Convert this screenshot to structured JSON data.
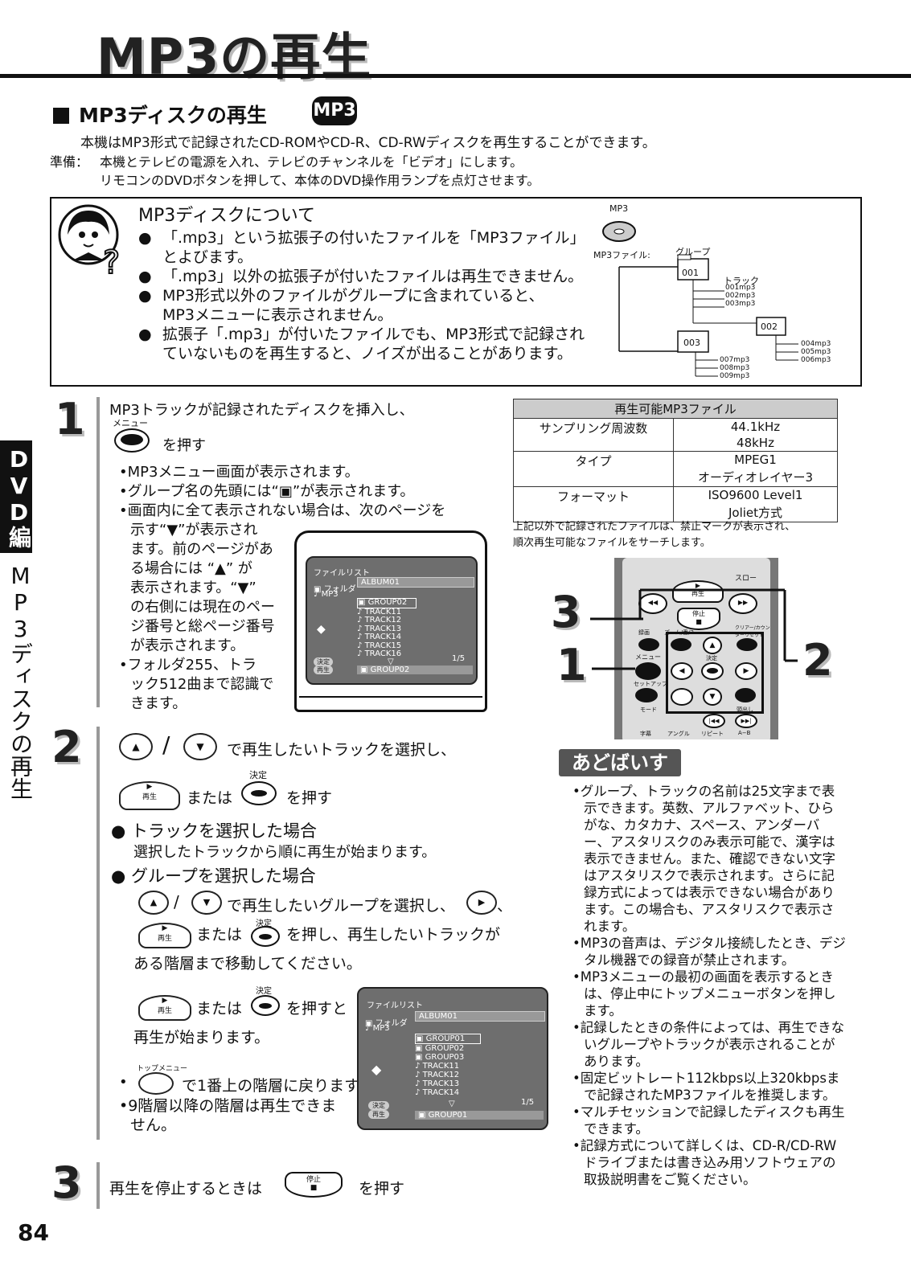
{
  "title": "MP3の再生",
  "section": {
    "heading": "MP3ディスクの再生",
    "badge": "MP3"
  },
  "intro": {
    "line1": "本機はMP3形式で記録されたCD-ROMやCD-R、CD-RWディスクを再生することができます。",
    "prep_label": "準備：",
    "prep1": "本機とテレビの電源を入れ、テレビのチャンネルを「ビデオ」にします。",
    "prep2": "リモコンのDVDボタンを押して、本体のDVD操作用ランプを点灯させます。"
  },
  "about": {
    "title": "MP3ディスクについて",
    "bullets": [
      "「.mp3」という拡張子の付いたファイルを「MP3ファイル」",
      "とよびます。",
      "「.mp3」以外の拡張子が付いたファイルは再生できません。",
      "MP3形式以外のファイルがグループに含まれていると、",
      "MP3メニューに表示されません。",
      "拡張子「.mp3」が付いたファイルでも、MP3形式で記録され",
      "ていないものを再生すると、ノイズが出ることがあります。"
    ],
    "bullet_char": "●"
  },
  "tree": {
    "disc_label": "MP3",
    "files_label": "MP3ファイル:",
    "group_label": "グループ",
    "track_label": "トラック",
    "g1": "001",
    "g2": "002",
    "g3": "003",
    "t1": "001mp3",
    "t2": "002mp3",
    "t3": "003mp3",
    "t4": "004mp3",
    "t5": "005mp3",
    "t6": "006mp3",
    "t7": "007mp3",
    "t8": "008mp3",
    "t9": "009mp3"
  },
  "sidetab": {
    "top": "DVD編",
    "bottom": "MP3ディスクの再生"
  },
  "step1": {
    "num": "1",
    "line1": "MP3トラックが記録されたディスクを挿入し、",
    "menu_label": "メニュー",
    "press": "を押す",
    "b1": "•MP3メニュー画面が表示されます。",
    "b2": "•グループ名の先頭には“▣”が表示されます。",
    "b3": "•画面内に全て表示されない場合は、次のページを",
    "b3a": "示す“▼”が表示され",
    "b3b": "ます。前のページがあ",
    "b3c": "る場合には “▲” が",
    "b3d": "表示されます。“▼”",
    "b3e": "の右側には現在のペー",
    "b3f": "ジ番号と総ページ番号",
    "b3g": "が表示されます。",
    "b4a": "•フォルダ255、トラ",
    "b4b": "ック512曲まで認識で",
    "b4c": "きます。"
  },
  "screen1": {
    "header": "ファイルリスト",
    "folder": "フォルダ",
    "mp3": "MP3",
    "album": "ALBUM01",
    "items": [
      "GROUP02",
      "TRACK11",
      "TRACK12",
      "TRACK13",
      "TRACK14",
      "TRACK15",
      "TRACK16"
    ],
    "page": "1/5",
    "footer": "GROUP02",
    "btn1": "決定",
    "btn2": "再生"
  },
  "spec": {
    "header": "再生可能MP3ファイル",
    "rows": [
      {
        "k": "サンプリング周波数",
        "v1": "44.1kHz",
        "v2": "48kHz"
      },
      {
        "k": "タイプ",
        "v1": "MPEG1",
        "v2": "オーディオレイヤー3"
      },
      {
        "k": "フォーマット",
        "v1": "ISO9600 Level1",
        "v2": "Joliet方式"
      }
    ],
    "note1": "上記以外で記録されたファイルは、禁止マークが表示され、",
    "note2": "順次再生可能なファイルをサーチします。"
  },
  "remote": {
    "slow": "スロー",
    "play": "再生",
    "stop": "停止",
    "rec": "録画",
    "zoom": "ズーム/番/3",
    "clear": "クリアー/カウンターリセット",
    "menu": "メニュー",
    "enter": "決定",
    "setup": "セットアップ",
    "mode": "モード",
    "cue": "頭出し",
    "subtitle": "字幕",
    "angle": "アングル",
    "repeat": "リピート",
    "ab": "A−B",
    "callout1": "1",
    "callout2": "2",
    "callout3": "3"
  },
  "step2": {
    "num": "2",
    "line1": "で再生したいトラックを選択し、",
    "or": "または",
    "enter_label": "決定",
    "press": "を押す",
    "play_label": "再生",
    "case1_title": "トラックを選択した場合",
    "case1_text": "選択したトラックから順に再生が始まります。",
    "case2_title": "グループを選択した場合",
    "case2_l1": "で再生したいグループを選択し、",
    "case2_l1_end": "、",
    "case2_l2": "を押し、再生したいトラックが",
    "case2_l3": "ある階層まで移動してください。",
    "case2_l4": "を押すと",
    "case2_l5": "再生が始まります。",
    "topmenu_label": "トップメニュー",
    "topmenu_text": "で1番上の階層に戻ります。",
    "b_last1": "•9階層以降の階層は再生できま",
    "b_last2": "せん。",
    "bullet": "●",
    "slash": "/"
  },
  "screen2": {
    "header": "ファイルリスト",
    "folder": "フォルダ",
    "mp3": "MP3",
    "album": "ALBUM01",
    "items": [
      "GROUP01",
      "GROUP02",
      "GROUP03",
      "TRACK11",
      "TRACK12",
      "TRACK13",
      "TRACK14"
    ],
    "page": "1/5",
    "footer": "GROUP01",
    "btn1": "決定",
    "btn2": "再生"
  },
  "step3": {
    "num": "3",
    "line1": "再生を停止するときは",
    "stop_label": "停止",
    "press": "を押す"
  },
  "advice": {
    "title": "あどばいす",
    "items": [
      "•グループ、トラックの名前は25文字まで表示できます。英数、アルファベット、ひらがな、カタカナ、スペース、アンダーバー、アスタリスクのみ表示可能で、漢字は表示できません。また、確認できない文字はアスタリスクで表示されます。さらに記録方式によっては表示できない場合があります。この場合も、アスタリスクで表示されます。",
      "•MP3の音声は、デジタル接続したとき、デジタル機器での録音が禁止されます。",
      "•MP3メニューの最初の画面を表示するときは、停止中にトップメニューボタンを押します。",
      "•記録したときの条件によっては、再生できないグループやトラックが表示されることがあります。",
      "•固定ビットレート112kbps以上320kbpsまで記録されたMP3ファイルを推奨します。",
      "•マルチセッションで記録したディスクも再生できます。",
      "•記録方式について詳しくは、CD-R/CD-RWドライブまたは書き込み用ソフトウェアの取扱説明書をご覧ください。"
    ]
  },
  "page_number": "84"
}
